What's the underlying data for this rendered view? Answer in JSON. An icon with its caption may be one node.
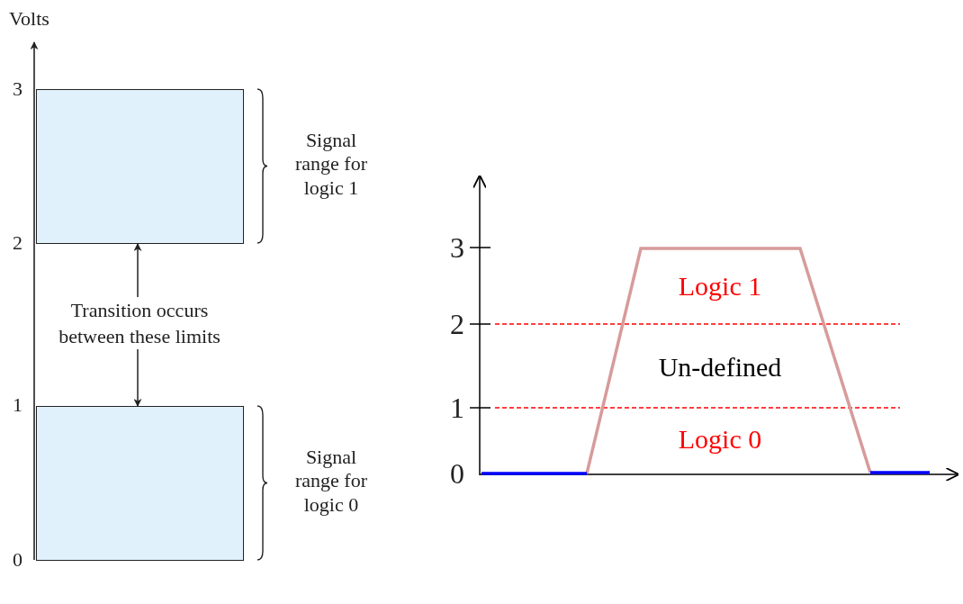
{
  "diagram": {
    "nodes": [
      {
        "text": [],
        "shape": "box"
      },
      {
        "text": [
          "Transition occurs between these limits"
        ]
      },
      {
        "text": [],
        "shape": "box"
      }
    ],
    "edges": [
      {
        "from": 1,
        "to": 0,
        "arrow": "to"
      },
      {
        "from": 1,
        "to": 2,
        "arrow": "to"
      }
    ],
    "labels": [
      "Volts",
      "3",
      "2",
      "1",
      "0",
      "Signal range for logic 1",
      "Signal range for logic 0",
      "3",
      "2",
      "1",
      "0",
      "Logic 1",
      "Un-defined",
      "Logic 0"
    ]
  }
}
